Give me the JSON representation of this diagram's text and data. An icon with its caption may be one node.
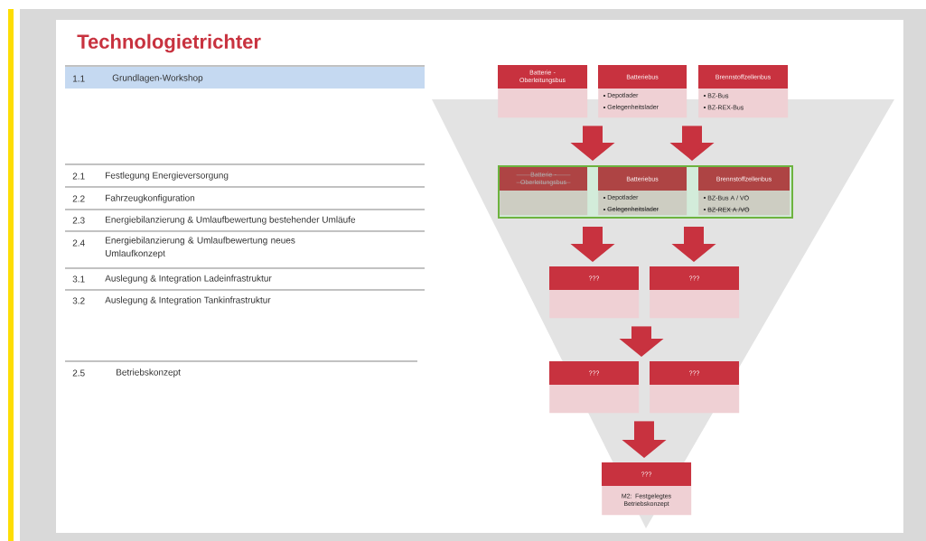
{
  "diagram": {
    "title": "Technologietrichter",
    "nodes": [
      {
        "text": [
          "Batterie - Oberleitungsbus"
        ]
      },
      {
        "text": [
          "Batteriebus",
          "Depotlader",
          "Gelegenheitslader"
        ]
      },
      {
        "text": [
          "Brennstoffzellenbus",
          "BZ-Bus",
          "BZ-REX-Bus"
        ]
      },
      {
        "text": [],
        "shape": "box"
      },
      {
        "text": [
          "Batterie - Oberleitungsbus"
        ],
        "in": 3
      },
      {
        "text": [
          "Batteriebus",
          "Depotlader",
          "Gelegenheitslader"
        ],
        "in": 3
      },
      {
        "text": [
          "Brennstoffzellenbus",
          "BZ-Bus A / VO",
          "BZ-REX A /VO"
        ],
        "in": 3
      },
      {
        "text": [
          "???"
        ]
      },
      {
        "text": [
          "???"
        ]
      },
      {
        "text": [
          "???"
        ]
      },
      {
        "text": [
          "???"
        ]
      },
      {
        "text": [
          "???",
          "M2: Festgelegtes Betriebskonzept"
        ]
      }
    ],
    "edges": [
      {
        "from": 0,
        "to": 3,
        "arrow": "to"
      },
      {
        "from": 2,
        "to": 3,
        "arrow": "to"
      },
      {
        "from": 3,
        "to": 7,
        "arrow": "to"
      },
      {
        "from": 3,
        "to": 8,
        "arrow": "to"
      },
      {
        "from": 7,
        "to": 9,
        "arrow": "to"
      },
      {
        "from": 9,
        "to": 11,
        "arrow": "to"
      }
    ],
    "labels": [
      "1.1",
      "Grundlagen-Workshop",
      "2.1",
      "Festlegung Energieversorgung",
      "2.2",
      "Fahrzeugkonfiguration",
      "2.3",
      "Energiebilanzierung & Umlaufbewertung bestehender Umläufe",
      "2.4",
      "Energiebilanzierung & Umlaufbewertung neues Umlaufkonzept",
      "3.1",
      "Auslegung & Integration Ladeinfrastruktur",
      "3.2",
      "Auslegung & Integration Tankinfrastruktur",
      "2.5",
      "Betriebskonzept"
    ]
  }
}
